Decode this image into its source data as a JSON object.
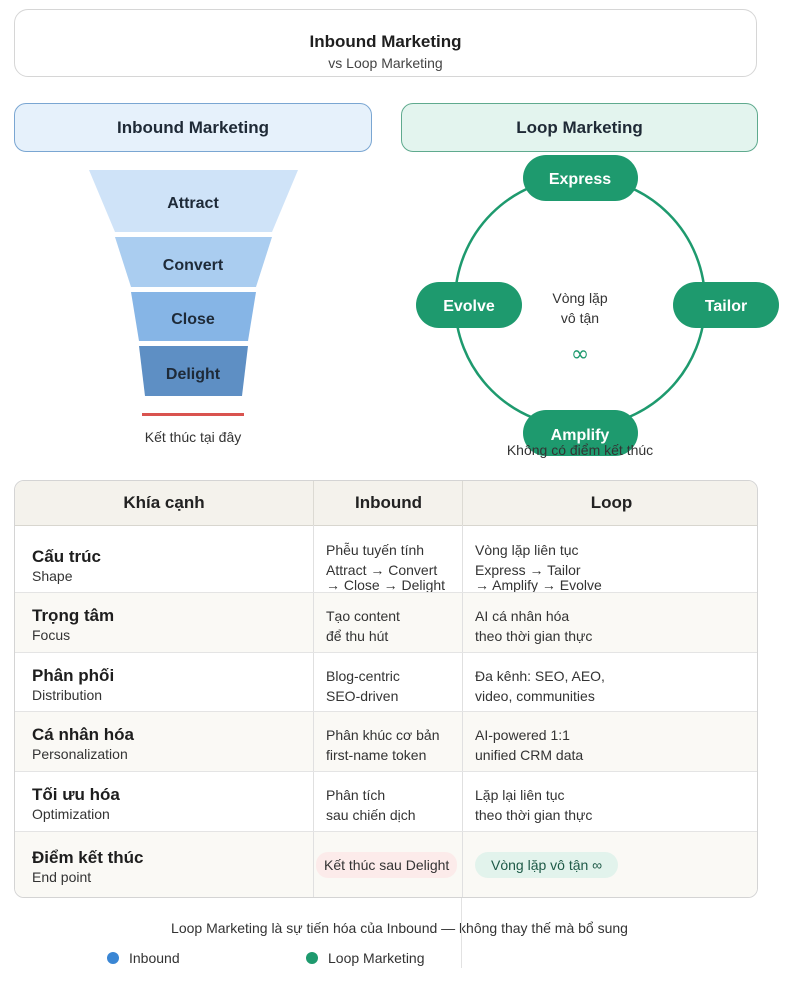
{
  "header": {
    "title": "Inbound Marketing",
    "subtitle": "vs Loop Marketing"
  },
  "inbound": {
    "heading": "Inbound Marketing",
    "stages": [
      "Attract",
      "Convert",
      "Close",
      "Delight"
    ],
    "end_label": "Kết thúc tại đây",
    "colors": [
      "#cfe3f8",
      "#aacdf0",
      "#86b5e6",
      "#5e8fc4"
    ],
    "end_line_color": "#d9534f"
  },
  "loop": {
    "heading": "Loop Marketing",
    "nodes": [
      "Express",
      "Tailor",
      "Amplify",
      "Evolve"
    ],
    "center_line1": "Vòng lặp",
    "center_line2": "vô tận",
    "symbol": "∞",
    "no_end_label": "Không có điểm kết thúc",
    "color": "#1e9a6e"
  },
  "table": {
    "headers": [
      "Khía cạnh",
      "Inbound",
      "Loop"
    ],
    "rows": [
      {
        "title": "Cấu trúc",
        "sub": "Shape",
        "inbound": [
          "Phễu tuyến tính",
          "Attract → Convert",
          "→ Close → Delight"
        ],
        "loop": [
          "Vòng lặp liên tục",
          "Express → Tailor",
          "→ Amplify → Evolve"
        ]
      },
      {
        "title": "Trọng tâm",
        "sub": "Focus",
        "inbound": [
          "Tạo content",
          "để thu hút"
        ],
        "loop": [
          "AI cá nhân hóa",
          "theo thời gian thực"
        ]
      },
      {
        "title": "Phân phối",
        "sub": "Distribution",
        "inbound": [
          "Blog-centric",
          "SEO-driven"
        ],
        "loop": [
          "Đa kênh: SEO, AEO,",
          "video, communities"
        ]
      },
      {
        "title": "Cá nhân hóa",
        "sub": "Personalization",
        "inbound": [
          "Phân khúc cơ bản",
          "first-name token"
        ],
        "loop": [
          "AI-powered 1:1",
          "unified CRM data"
        ]
      },
      {
        "title": "Tối ưu hóa",
        "sub": "Optimization",
        "inbound": [
          "Phân tích",
          "sau chiến dịch"
        ],
        "loop": [
          "Lặp lại liên tục",
          "theo thời gian thực"
        ]
      },
      {
        "title": "Điểm kết thúc",
        "sub": "End point",
        "inbound_badge": "Kết thúc sau Delight",
        "loop_badge": "Vòng lặp vô tận ∞"
      }
    ]
  },
  "footer": {
    "note": "Loop Marketing là sự tiến hóa của Inbound — không thay thế mà bổ sung",
    "legend": [
      {
        "label": "Inbound",
        "color": "#3a86d4"
      },
      {
        "label": "Loop Marketing",
        "color": "#1e9a6e"
      }
    ]
  }
}
